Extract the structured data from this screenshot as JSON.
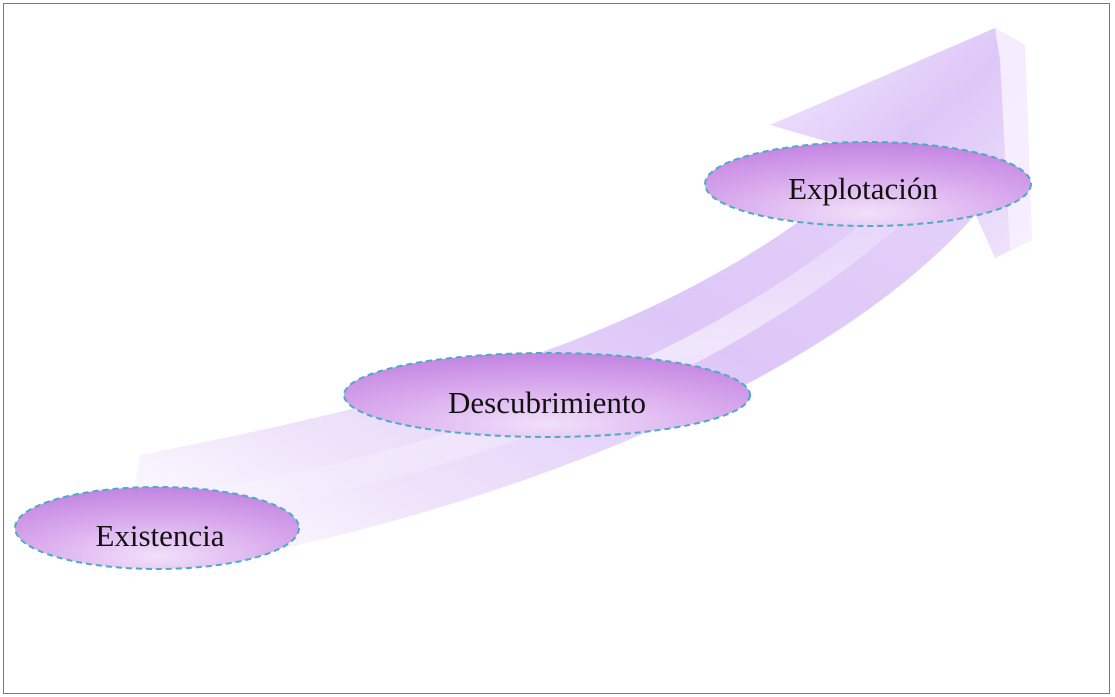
{
  "diagram": {
    "stages": [
      {
        "label": "Existencia"
      },
      {
        "label": "Descubrimiento"
      },
      {
        "label": "Explotación"
      }
    ],
    "colors": {
      "arrow": "#dcc4f7",
      "ellipse_fill": "#c88ae3",
      "ellipse_stroke": "#4bacc6",
      "frame": "#4f81bd"
    }
  }
}
